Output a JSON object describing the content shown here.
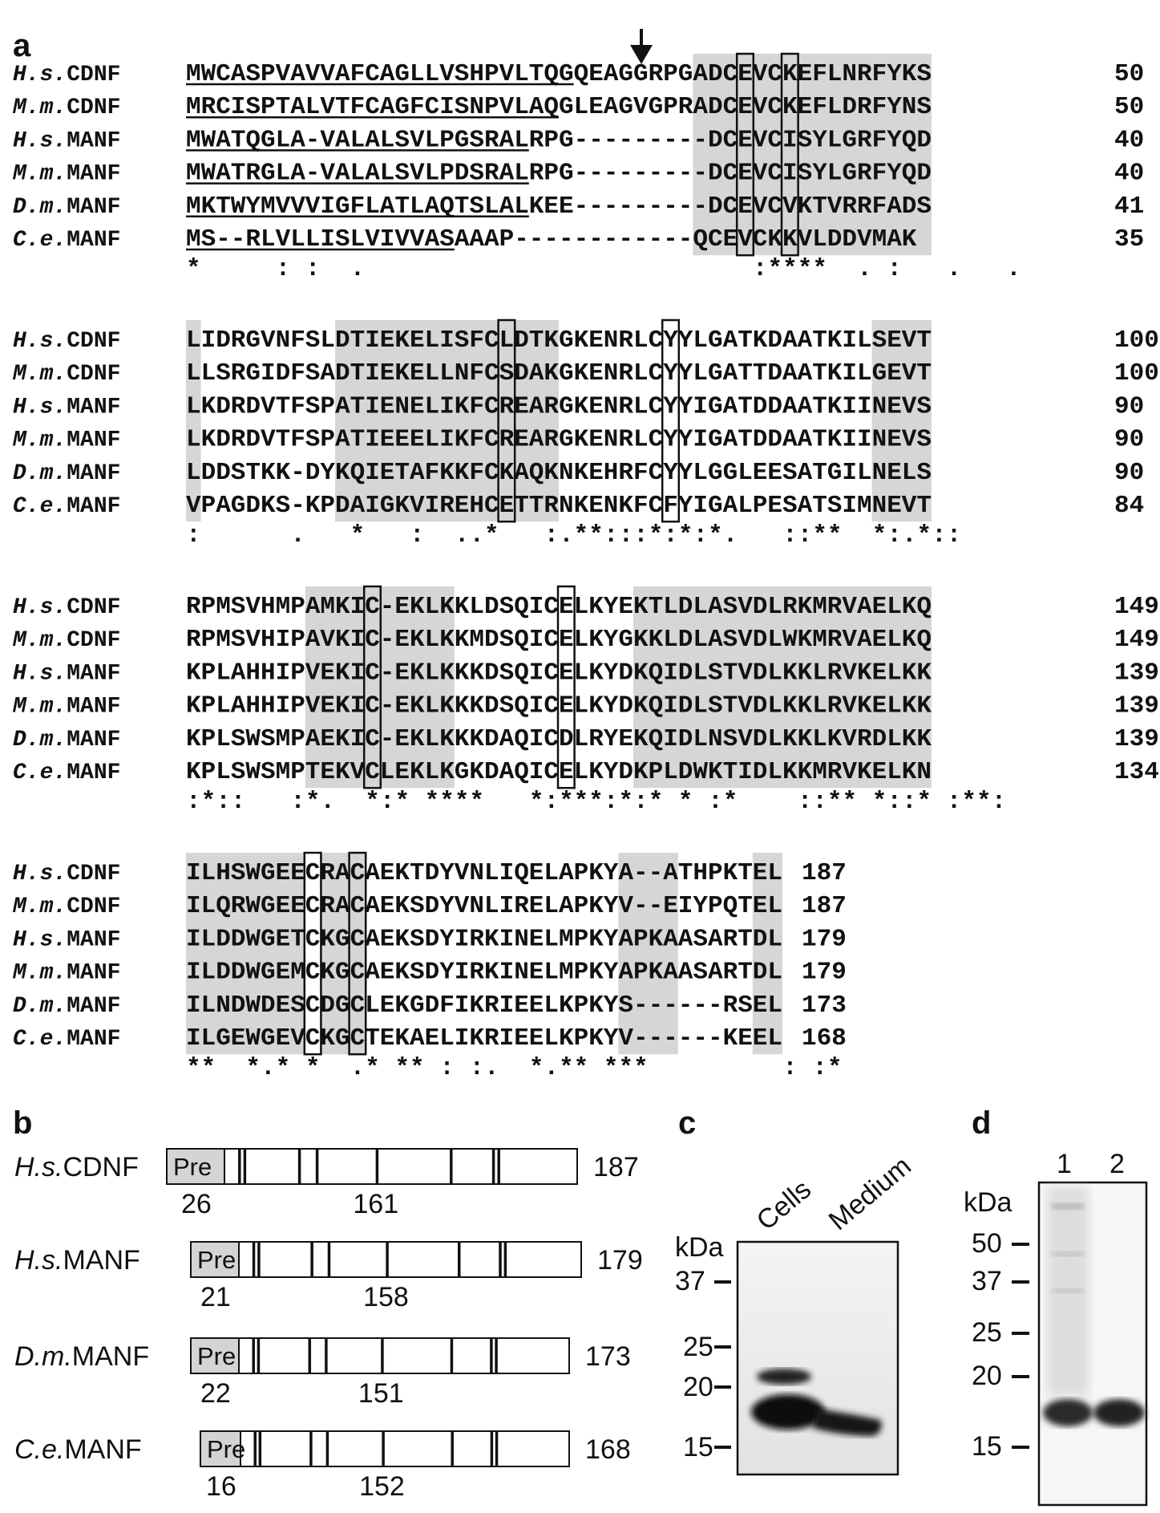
{
  "figure": {
    "panel_a": {
      "label": "a",
      "blocks": [
        {
          "rows": [
            {
              "species": "H.s.",
              "gene": "CDNF",
              "seq": "MWCASPVAVVAFCAGLLVSHPVLTQGQEAGGRPGADCEVCKEFLNRFYKS",
              "end": "50"
            },
            {
              "species": "M.m.",
              "gene": "CDNF",
              "seq": "MRCISPTALVTFCAGFCISNPVLAQGLEAGVGPRADCEVCKEFLDRFYNS",
              "end": "50"
            },
            {
              "species": "H.s.",
              "gene": "MANF",
              "seq": "MWATQGLA-VALALSVLPGSRALRPG---------DCEVCISYLGRFYQD",
              "end": "40"
            },
            {
              "species": "M.m.",
              "gene": "MANF",
              "seq": "MWATRGLA-VALALSVLPDSRALRPG---------DCEVCISYLGRFYQD",
              "end": "40"
            },
            {
              "species": "D.m.",
              "gene": "MANF",
              "seq": "MKTWYMVVVIGFLATLAQTSLALKEE---------DCEVCVKTVRRFADS",
              "end": "41"
            },
            {
              "species": "C.e.",
              "gene": "MANF",
              "seq": "MS--RLVLLISLVIVVASAAAP------------QCEVCKKVLDDVMAK",
              "end": "35"
            }
          ],
          "consensus": "*     : :  .                          :****  . :   .   ."
        },
        {
          "rows": [
            {
              "species": "H.s.",
              "gene": "CDNF",
              "seq": "LIDRGVNFSLDTIEKELISFCLDTKGKENRLCYYLGATKDAATKILSEVT",
              "end": "100"
            },
            {
              "species": "M.m.",
              "gene": "CDNF",
              "seq": "LLSRGIDFSADTIEKELLNFCSDAKGKENRLCYYLGATTDAATKILGEVT",
              "end": "100"
            },
            {
              "species": "H.s.",
              "gene": "MANF",
              "seq": "LKDRDVTFSPATIENELIKFCREARGKENRLCYYIGATDDAATKIINEVS",
              "end": "90"
            },
            {
              "species": "M.m.",
              "gene": "MANF",
              "seq": "LKDRDVTFSPATIEEELIKFCREARGKENRLCYYIGATDDAATKIINEVS",
              "end": "90"
            },
            {
              "species": "D.m.",
              "gene": "MANF",
              "seq": "LDDSTKK-DYKQIETAFKKFCKAQKNKEHRFCYYLGGLEESATGILNELS",
              "end": "90"
            },
            {
              "species": "C.e.",
              "gene": "MANF",
              "seq": "VPAGDKS-KPDAIGKVIREHCETTRNKENKFCFYIGALPESATSIMNEVT",
              "end": "84"
            }
          ],
          "consensus": ":      .   *   :  ..*   :.**:::*:*:*.   ::**  *:.*::"
        },
        {
          "rows": [
            {
              "species": "H.s.",
              "gene": "CDNF",
              "seq": "RPMSVHMPAMKIC-EKLKKLDSQICELKYEKTLDLASVDLRKMRVAELKQ",
              "end": "149"
            },
            {
              "species": "M.m.",
              "gene": "CDNF",
              "seq": "RPMSVHIPAVKIC-EKLKKMDSQICELKYGKKLDLASVDLWKMRVAELKQ",
              "end": "149"
            },
            {
              "species": "H.s.",
              "gene": "MANF",
              "seq": "KPLAHHIPVEKIC-EKLKKKDSQICELKYDKQIDLSTVDLKKLRVKELKK",
              "end": "139"
            },
            {
              "species": "M.m.",
              "gene": "MANF",
              "seq": "KPLAHHIPVEKIC-EKLKKKDSQICELKYDKQIDLSTVDLKKLRVKELKK",
              "end": "139"
            },
            {
              "species": "D.m.",
              "gene": "MANF",
              "seq": "KPLSWSMPAEKIC-EKLKKKDAQICDLRYEKQIDLNSVDLKKLKVRDLKK",
              "end": "139"
            },
            {
              "species": "C.e.",
              "gene": "MANF",
              "seq": "KPLSWSMPTEKVCLEKLKGKDAQICELKYDKPLDWKTIDLKKMRVKELKN",
              "end": "134"
            }
          ],
          "consensus": ":*::   :*.  *:* ****   *:***:*:* * :*    ::** *::* :**:"
        },
        {
          "rows": [
            {
              "species": "H.s.",
              "gene": "CDNF",
              "seq": "ILHSWGEECRACAEKTDYVNLIQELAPKYA--ATHPKTEL",
              "end": "187"
            },
            {
              "species": "M.m.",
              "gene": "CDNF",
              "seq": "ILQRWGEECRACAEKSDYVNLIRELAPKYV--EIYPQTEL",
              "end": "187"
            },
            {
              "species": "H.s.",
              "gene": "MANF",
              "seq": "ILDDWGETCKGCAEKSDYIRKINELMPKYAPKAASARTDL",
              "end": "179"
            },
            {
              "species": "M.m.",
              "gene": "MANF",
              "seq": "ILDDWGEMCKGCAEKSDYIRKINELMPKYAPKAASARTDL",
              "end": "179"
            },
            {
              "species": "D.m.",
              "gene": "MANF",
              "seq": "ILNDWDESCDGCLEKGDFIKRIEELKPKYS------RSEL",
              "end": "173"
            },
            {
              "species": "C.e.",
              "gene": "MANF",
              "seq": "ILGEWGEVCKGCTEKAELIKRIEELKPKYV------KEEL",
              "end": "168"
            }
          ],
          "consensus": "**  *.* *  .* ** : :.  *.** ***         : :*"
        }
      ]
    },
    "panel_b": {
      "label": "b",
      "pre_label": "Pre",
      "proteins": [
        {
          "species": "H.s.",
          "gene": "CDNF",
          "length": "187",
          "pre_end": "26",
          "mark": "161"
        },
        {
          "species": "H.s.",
          "gene": "MANF",
          "length": "179",
          "pre_end": "21",
          "mark": "158"
        },
        {
          "species": "D.m.",
          "gene": "MANF",
          "length": "173",
          "pre_end": "22",
          "mark": "151"
        },
        {
          "species": "C.e.",
          "gene": "MANF",
          "length": "168",
          "pre_end": "16",
          "mark": "152"
        }
      ]
    },
    "panel_c": {
      "label": "c",
      "unit": "kDa",
      "lanes": [
        "Cells",
        "Medium"
      ],
      "markers": [
        "37",
        "25",
        "20",
        "15"
      ]
    },
    "panel_d": {
      "label": "d",
      "unit": "kDa",
      "lanes": [
        "1",
        "2"
      ],
      "markers": [
        "50",
        "37",
        "25",
        "20",
        "15"
      ]
    }
  }
}
